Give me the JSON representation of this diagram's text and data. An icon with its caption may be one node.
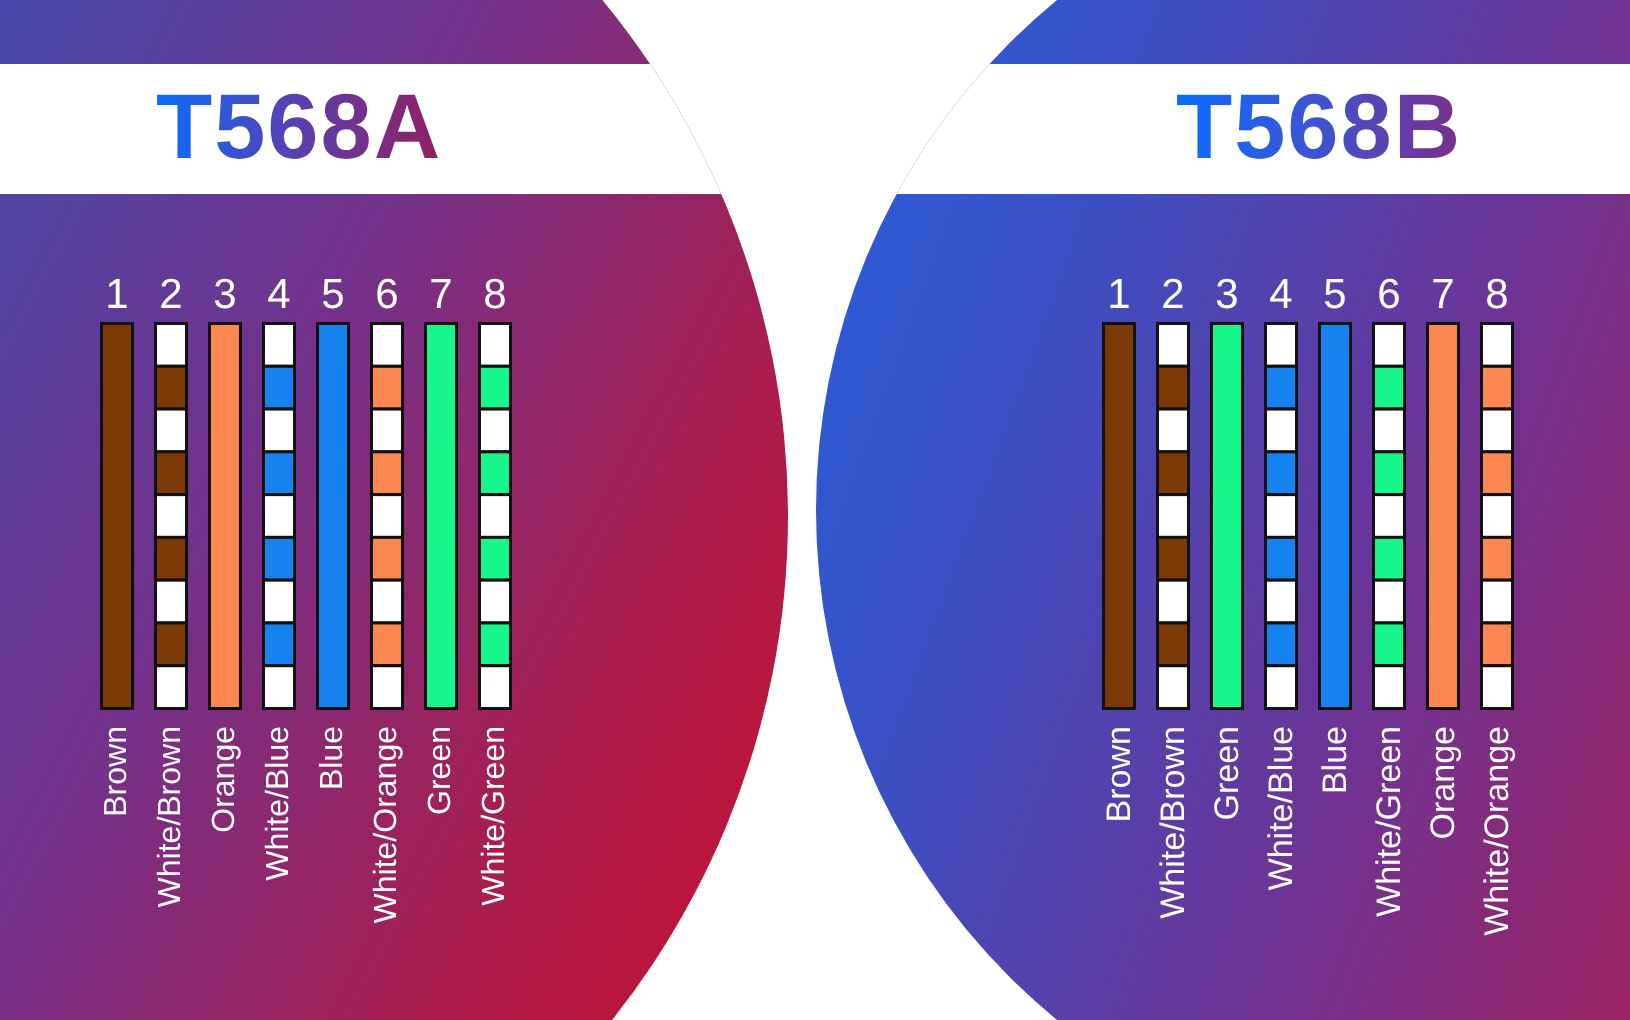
{
  "diagram": {
    "nodes": [
      {
        "text": [
          "T568A"
        ]
      },
      {
        "text": [
          "1"
        ],
        "beside": [
          "Brown"
        ],
        "in": 0
      },
      {
        "text": [
          "2"
        ],
        "beside": [
          "White/Brown"
        ],
        "in": 0
      },
      {
        "text": [
          "3"
        ],
        "beside": [
          "Orange"
        ],
        "in": 0
      },
      {
        "text": [
          "4"
        ],
        "beside": [
          "White/Blue"
        ],
        "in": 0
      },
      {
        "text": [
          "5"
        ],
        "beside": [
          "Blue"
        ],
        "in": 0
      },
      {
        "text": [
          "6"
        ],
        "beside": [
          "White/Orange"
        ],
        "in": 0
      },
      {
        "text": [
          "7"
        ],
        "beside": [
          "Green"
        ],
        "in": 0
      },
      {
        "text": [
          "8"
        ],
        "beside": [
          "White/Green"
        ],
        "in": 0
      },
      {
        "text": [
          "T568B"
        ]
      },
      {
        "text": [
          "1"
        ],
        "beside": [
          "Brown"
        ],
        "in": 9
      },
      {
        "text": [
          "2"
        ],
        "beside": [
          "White/Brown"
        ],
        "in": 9
      },
      {
        "text": [
          "3"
        ],
        "beside": [
          "Green"
        ],
        "in": 9
      },
      {
        "text": [
          "4"
        ],
        "beside": [
          "White/Blue"
        ],
        "in": 9
      },
      {
        "text": [
          "5"
        ],
        "beside": [
          "Blue"
        ],
        "in": 9
      },
      {
        "text": [
          "6"
        ],
        "beside": [
          "White/Green"
        ],
        "in": 9
      },
      {
        "text": [
          "7"
        ],
        "beside": [
          "Orange"
        ],
        "in": 9
      },
      {
        "text": [
          "8"
        ],
        "beside": [
          "White/Orange"
        ],
        "in": 9
      }
    ]
  }
}
